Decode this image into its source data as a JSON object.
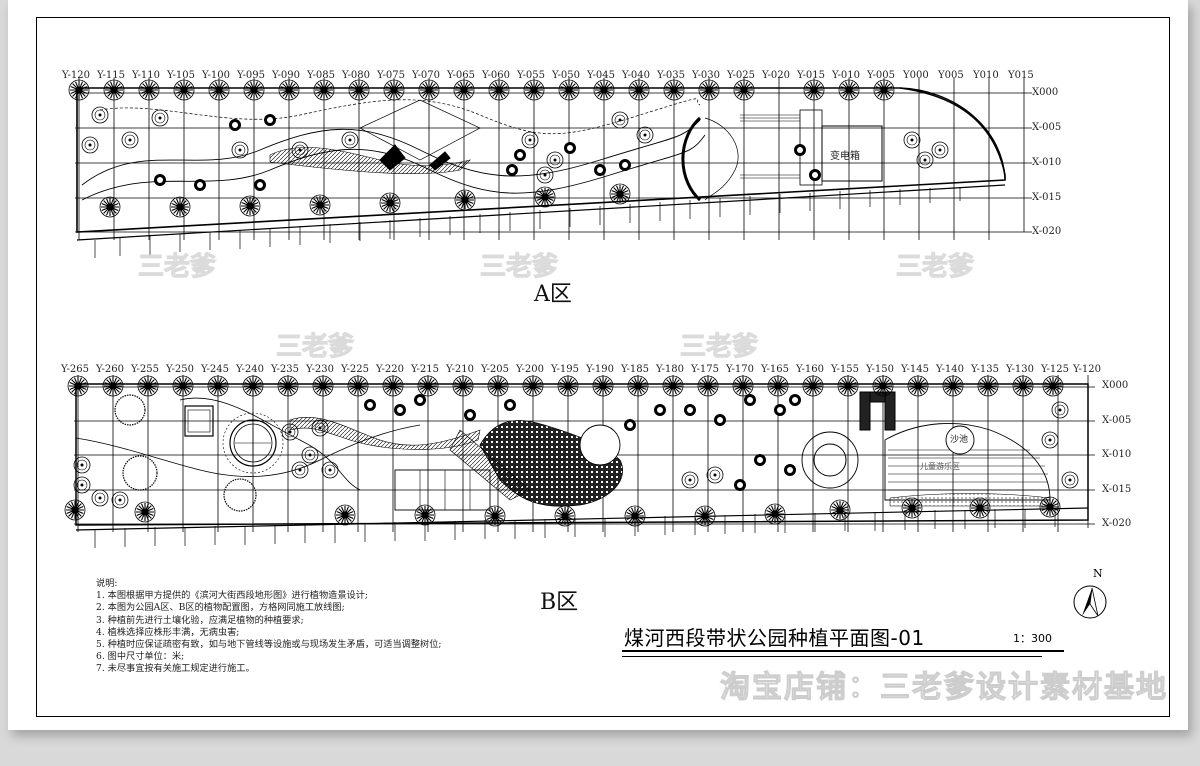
{
  "drawing": {
    "title": "煤河西段带状公园种植平面图-01",
    "scale": "1：300",
    "north_label": "N",
    "watermark_small": "三老爹",
    "watermark_shop": "淘宝店铺：三老爹设计素材基地"
  },
  "zone_a": {
    "label": "A区",
    "y_axis_labels": [
      "Y-120",
      "Y-115",
      "Y-110",
      "Y-105",
      "Y-100",
      "Y-095",
      "Y-090",
      "Y-085",
      "Y-080",
      "Y-075",
      "Y-070",
      "Y-065",
      "Y-060",
      "Y-055",
      "Y-050",
      "Y-045",
      "Y-040",
      "Y-035",
      "Y-030",
      "Y-025",
      "Y-020",
      "Y-015",
      "Y-010",
      "Y-005",
      "Y000",
      "Y005",
      "Y010",
      "Y015"
    ],
    "x_axis_labels": [
      "X000",
      "X-005",
      "X-010",
      "X-015",
      "X-020"
    ],
    "feature_labels": {
      "transformer": "变电箱"
    }
  },
  "zone_b": {
    "label": "B区",
    "y_axis_labels": [
      "Y-265",
      "Y-260",
      "Y-255",
      "Y-250",
      "Y-245",
      "Y-240",
      "Y-235",
      "Y-230",
      "Y-225",
      "Y-220",
      "Y-215",
      "Y-210",
      "Y-205",
      "Y-200",
      "Y-195",
      "Y-190",
      "Y-185",
      "Y-180",
      "Y-175",
      "Y-170",
      "Y-165",
      "Y-160",
      "Y-155",
      "Y-150",
      "Y-145",
      "Y-140",
      "Y-135",
      "Y-130",
      "Y-125",
      "Y-120"
    ],
    "x_axis_labels": [
      "X000",
      "X-005",
      "X-010",
      "X-015",
      "X-020"
    ],
    "feature_labels": {
      "sandpit": "沙池",
      "playground": "儿童游乐区"
    }
  },
  "notes": {
    "heading": "说明:",
    "items": [
      "1. 本图根据甲方提供的《滨河大街西段地形图》进行植物造景设计;",
      "2. 本图为公园A区、B区的植物配置图，方格网同施工放线图;",
      "3. 种植前先进行土壤化验，应满足植物的种植要求;",
      "4. 植株选择应株形丰满，无病虫害;",
      "5. 种植时应保证疏密有致，如与地下管线等设施或与现场发生矛盾，可适当调整树位;",
      "6. 图中尺寸单位：米;",
      "7. 未尽事宜按有关施工规定进行施工。"
    ]
  }
}
